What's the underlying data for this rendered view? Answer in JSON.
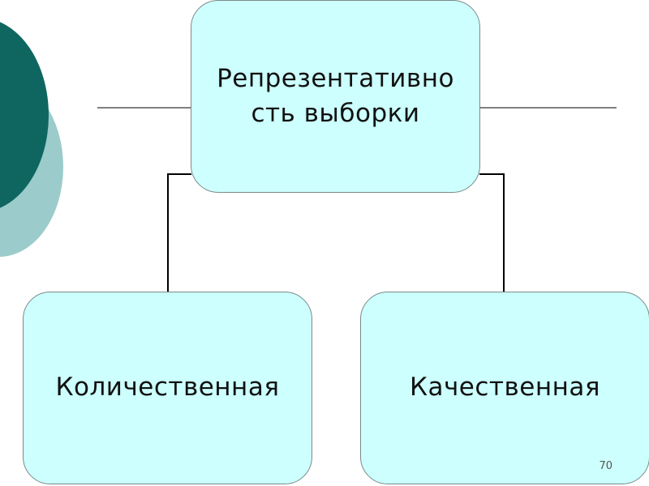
{
  "diagram": {
    "root": {
      "label": "Репрезентативно сть выборки"
    },
    "children": [
      {
        "label": "Количественная"
      },
      {
        "label": "Качественная"
      }
    ]
  },
  "slide": {
    "page_number": "70"
  },
  "colors": {
    "box_fill": "#ccfffd",
    "box_border": "#7a8a8a",
    "deco_dark": "#0f6661",
    "deco_light": "#9ccbcb",
    "connector": "#000000"
  }
}
